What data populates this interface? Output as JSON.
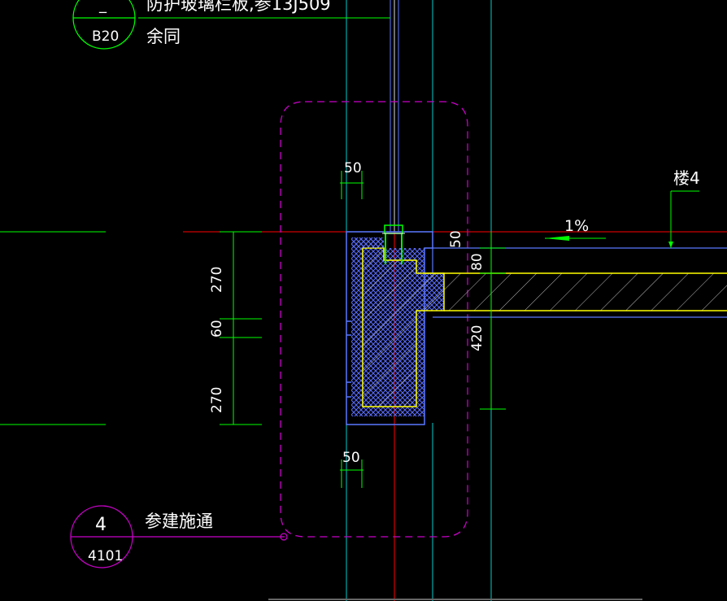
{
  "callouts": {
    "top_note_line1": "防护玻璃栏板,参13J509",
    "top_note_line2": "余同",
    "top_bubble_upper": "_",
    "top_bubble_lower": "B20",
    "bottom_bubble_upper": "4",
    "bottom_bubble_lower": "4101",
    "bottom_note": "参建施通"
  },
  "dimensions": {
    "d50_top": "50",
    "d50_bottom": "50",
    "d270_upper": "270",
    "d60": "60",
    "d270_lower": "270",
    "d50_right": "50",
    "d80": "80",
    "d420": "420"
  },
  "annotations": {
    "slope": "1%",
    "floor_tag": "楼4"
  },
  "colors": {
    "background": "#000000",
    "red_axis": "#ff0000",
    "cyan_line": "#00cccc",
    "blue_outline": "#5a78ff",
    "yellow_line": "#ffff00",
    "green_line": "#00ff00",
    "magenta_line": "#c800c8",
    "white_text": "#ffffff",
    "hatch_blue": "#4a5cff",
    "hatch_gray": "#bbbbbb"
  }
}
